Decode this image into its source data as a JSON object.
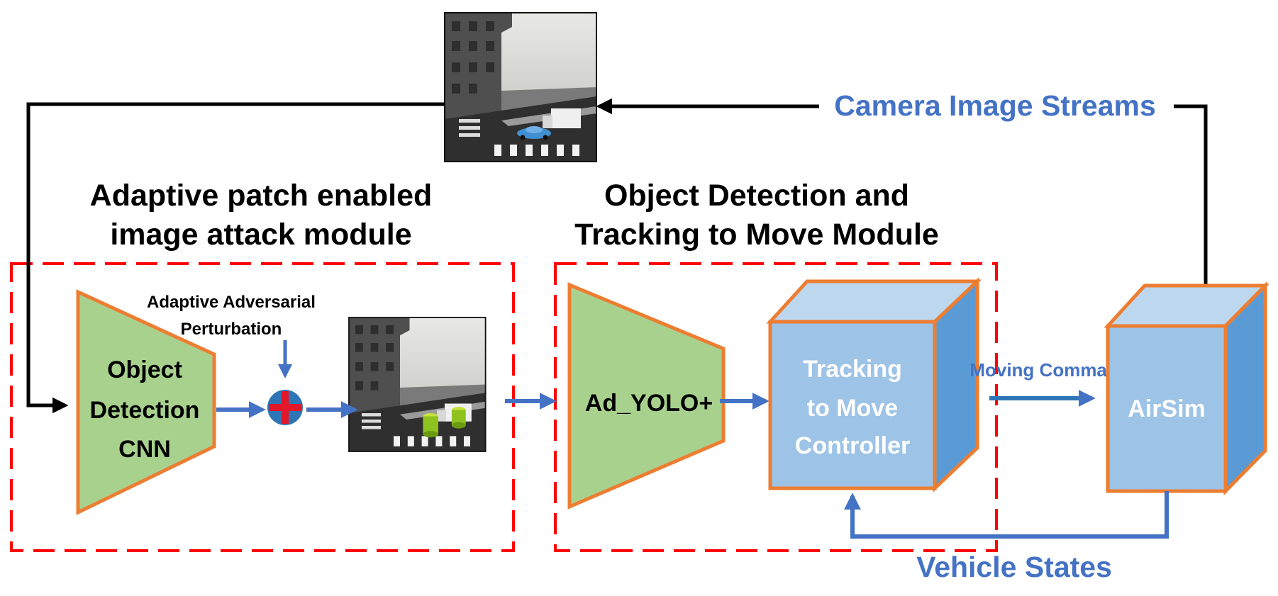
{
  "modules": {
    "attack_title_line1": "Adaptive patch enabled",
    "attack_title_line2": "image attack module",
    "detect_title_line1": "Object Detection and",
    "detect_title_line2": "Tracking to Move Module"
  },
  "blocks": {
    "cnn_line1": "Object",
    "cnn_line2": "Detection",
    "cnn_line3": "CNN",
    "yolo": "Ad_YOLO+",
    "controller_line1": "Tracking",
    "controller_line2": "to Move",
    "controller_line3": "Controller",
    "airsim": "AirSim"
  },
  "labels": {
    "perturbation_line1": "Adaptive Adversarial",
    "perturbation_line2": "Perturbation",
    "camera_streams": "Camera Image Streams",
    "moving_command": "Moving Command",
    "vehicle_states": "Vehicle States"
  },
  "colors": {
    "module_border": "#ff0000",
    "trapezoid_fill": "#a9d18e",
    "block_border": "#ed7d31",
    "cube_front": "#9dc3e6",
    "cube_top": "#bdd7ee",
    "cube_side": "#5b9bd5",
    "arrow_blue": "#4472c4",
    "label_blue": "#4472c4",
    "arrow_black": "#000000"
  }
}
